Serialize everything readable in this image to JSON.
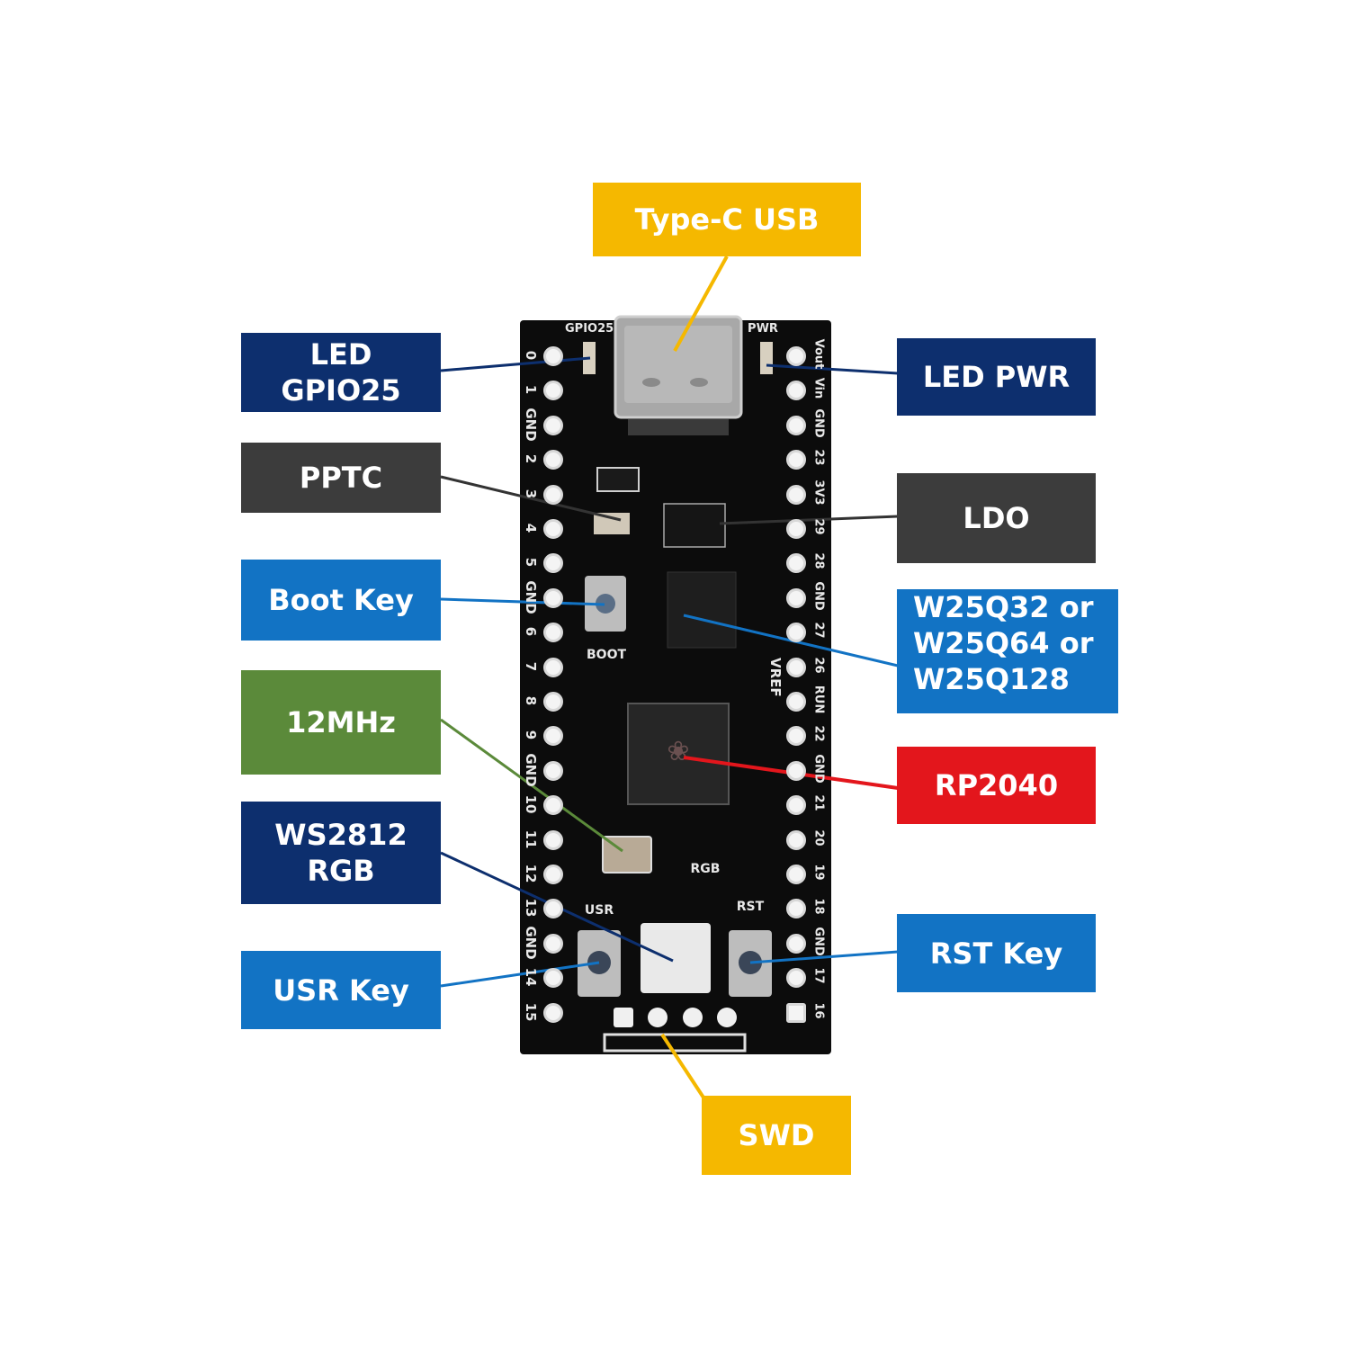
{
  "title": "RP2040 development board component diagram",
  "colors": {
    "yellow": "#f5b800",
    "navy": "#0d2f6e",
    "gray": "#3c3c3c",
    "blue": "#1273c4",
    "green": "#5b8a3a",
    "red": "#e3161c",
    "board": "#0c0c0c"
  },
  "labels": {
    "type_c_usb": "Type-C USB",
    "led_gpio25": [
      "LED",
      "GPIO25"
    ],
    "led_pwr": "LED PWR",
    "pptc": "PPTC",
    "ldo": "LDO",
    "boot_key": "Boot Key",
    "flash": [
      "W25Q32 or",
      "W25Q64 or",
      "W25Q128"
    ],
    "crystal": "12MHz",
    "rp2040": "RP2040",
    "ws2812": [
      "WS2812",
      "RGB"
    ],
    "rst_key": "RST Key",
    "usr_key": "USR Key",
    "swd": "SWD"
  },
  "silkscreen": {
    "gpio25": "GPIO25",
    "pwr": "PWR",
    "boot": "BOOT",
    "vref": "VREF",
    "rgb": "RGB",
    "usr": "USR",
    "rst": "RST",
    "left_pins": [
      "0",
      "1",
      "GND",
      "2",
      "3",
      "4",
      "5",
      "GND",
      "6",
      "7",
      "8",
      "9",
      "GND",
      "10",
      "11",
      "12",
      "13",
      "GND",
      "14",
      "15"
    ],
    "right_pins": [
      "Vout",
      "Vin",
      "GND",
      "23",
      "3V3",
      "29",
      "28",
      "GND",
      "27",
      "26",
      "RUN",
      "22",
      "GND",
      "21",
      "20",
      "19",
      "18",
      "GND",
      "17",
      "16"
    ]
  }
}
